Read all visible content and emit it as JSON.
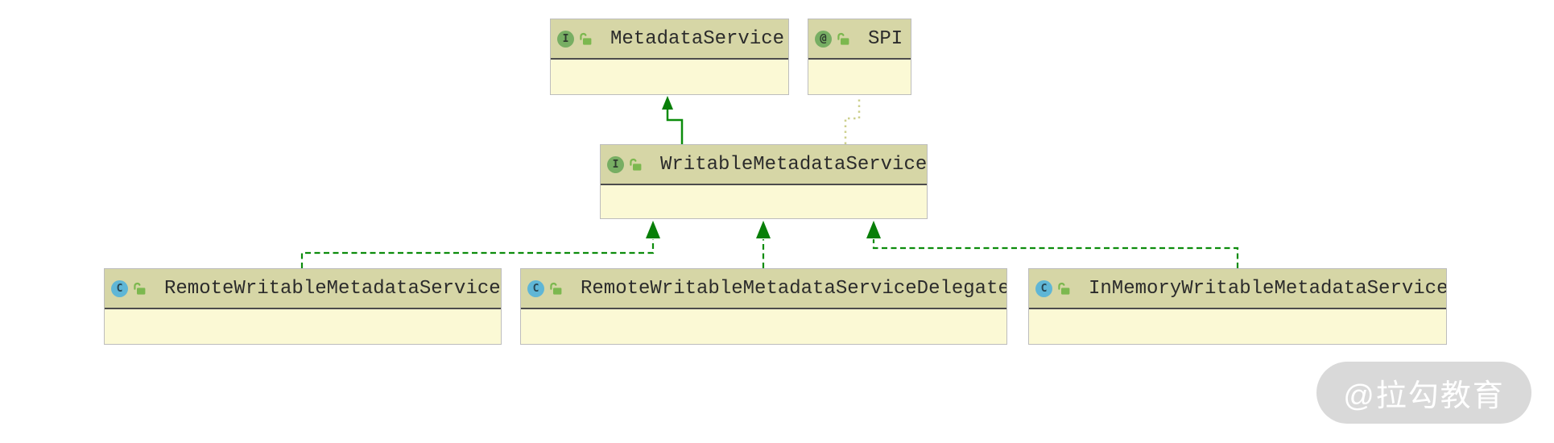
{
  "diagram": {
    "title": "UML class diagram - WritableMetadataService hierarchy",
    "nodes": [
      {
        "id": "metadata-service",
        "label": "MetadataService",
        "kind": "interface",
        "icon": "interface-icon",
        "icon_letter": "I",
        "visibility": "public"
      },
      {
        "id": "spi",
        "label": "SPI",
        "kind": "annotation",
        "icon": "annotation-icon",
        "icon_letter": "@",
        "visibility": "public"
      },
      {
        "id": "writable-metadata-service",
        "label": "WritableMetadataService",
        "kind": "interface",
        "icon": "interface-icon",
        "icon_letter": "I",
        "visibility": "public"
      },
      {
        "id": "remote-writable-metadata-service",
        "label": "RemoteWritableMetadataService",
        "kind": "class",
        "icon": "class-icon",
        "icon_letter": "C",
        "visibility": "public"
      },
      {
        "id": "remote-writable-metadata-service-delegate",
        "label": "RemoteWritableMetadataServiceDelegate",
        "kind": "class",
        "icon": "class-icon",
        "icon_letter": "C",
        "visibility": "public"
      },
      {
        "id": "in-memory-writable-metadata-service",
        "label": "InMemoryWritableMetadataService",
        "kind": "class",
        "icon": "class-icon",
        "icon_letter": "C",
        "visibility": "public"
      }
    ],
    "edges": [
      {
        "from": "WritableMetadataService",
        "to": "MetadataService",
        "type": "extends",
        "line": "solid",
        "color": "#0c8c0c"
      },
      {
        "from": "WritableMetadataService",
        "to": "SPI",
        "type": "annotated-by",
        "line": "dotted",
        "color": "#cdd08d"
      },
      {
        "from": "RemoteWritableMetadataService",
        "to": "WritableMetadataService",
        "type": "implements",
        "line": "dashed",
        "color": "#0c8c0c"
      },
      {
        "from": "RemoteWritableMetadataServiceDelegate",
        "to": "WritableMetadataService",
        "type": "implements",
        "line": "dashed",
        "color": "#0c8c0c"
      },
      {
        "from": "InMemoryWritableMetadataService",
        "to": "WritableMetadataService",
        "type": "implements",
        "line": "dashed",
        "color": "#0c8c0c"
      }
    ],
    "colors": {
      "node_header_bg": "#d6d6a6",
      "node_body_bg": "#fbf9d5",
      "node_border": "#bdbdbd",
      "header_separator": "#4c4c4c",
      "arrow_green": "#0c8c0c",
      "annotation_link": "#cdd08d",
      "interface_icon_bg": "#77ae63",
      "class_icon_bg": "#5fb6d6",
      "lock_icon": "#7cb84f",
      "label_text": "#2b2b2b"
    }
  },
  "watermark": {
    "label": "@拉勾教育",
    "bg": "#d9d9d9",
    "text_color": "#ffffff"
  }
}
